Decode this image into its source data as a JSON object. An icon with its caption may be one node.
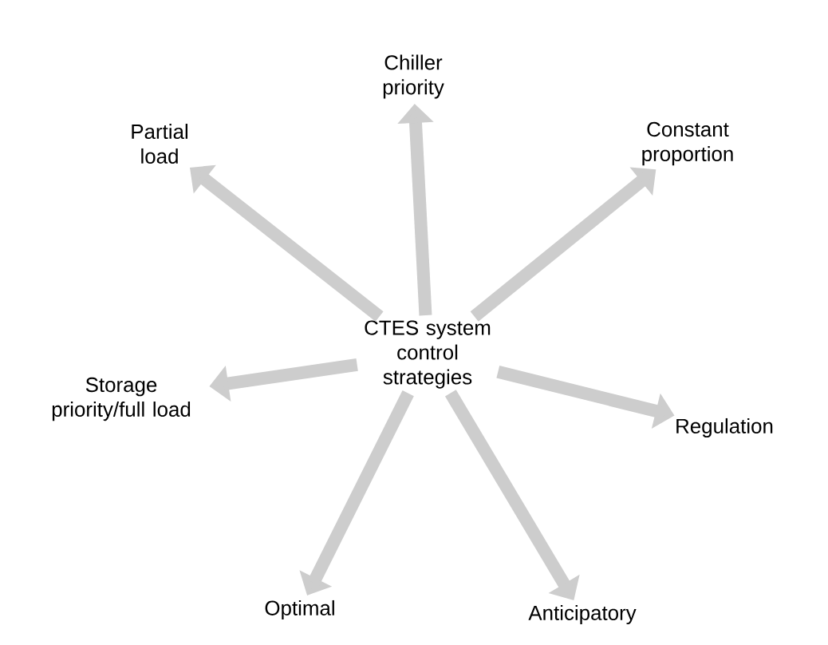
{
  "diagram": {
    "nodes": [
      {
        "text": [
          "CTES system control strategies"
        ]
      },
      {
        "text": [
          "Chiller priority"
        ]
      },
      {
        "text": [
          "Constant proportion"
        ]
      },
      {
        "text": [
          "Regulation"
        ]
      },
      {
        "text": [
          "Anticipatory"
        ]
      },
      {
        "text": [
          "Optimal"
        ]
      },
      {
        "text": [
          "Storage priority/full load"
        ]
      },
      {
        "text": [
          "Partial load"
        ]
      }
    ],
    "edges": [
      {
        "from": 0,
        "to": 1,
        "arrow": "to"
      },
      {
        "from": 0,
        "to": 2,
        "arrow": "to"
      },
      {
        "from": 0,
        "to": 3,
        "arrow": "to"
      },
      {
        "from": 0,
        "to": 4,
        "arrow": "to"
      },
      {
        "from": 0,
        "to": 5,
        "arrow": "to"
      },
      {
        "from": 0,
        "to": 6,
        "arrow": "to"
      },
      {
        "from": 0,
        "to": 7,
        "arrow": "to"
      }
    ]
  }
}
